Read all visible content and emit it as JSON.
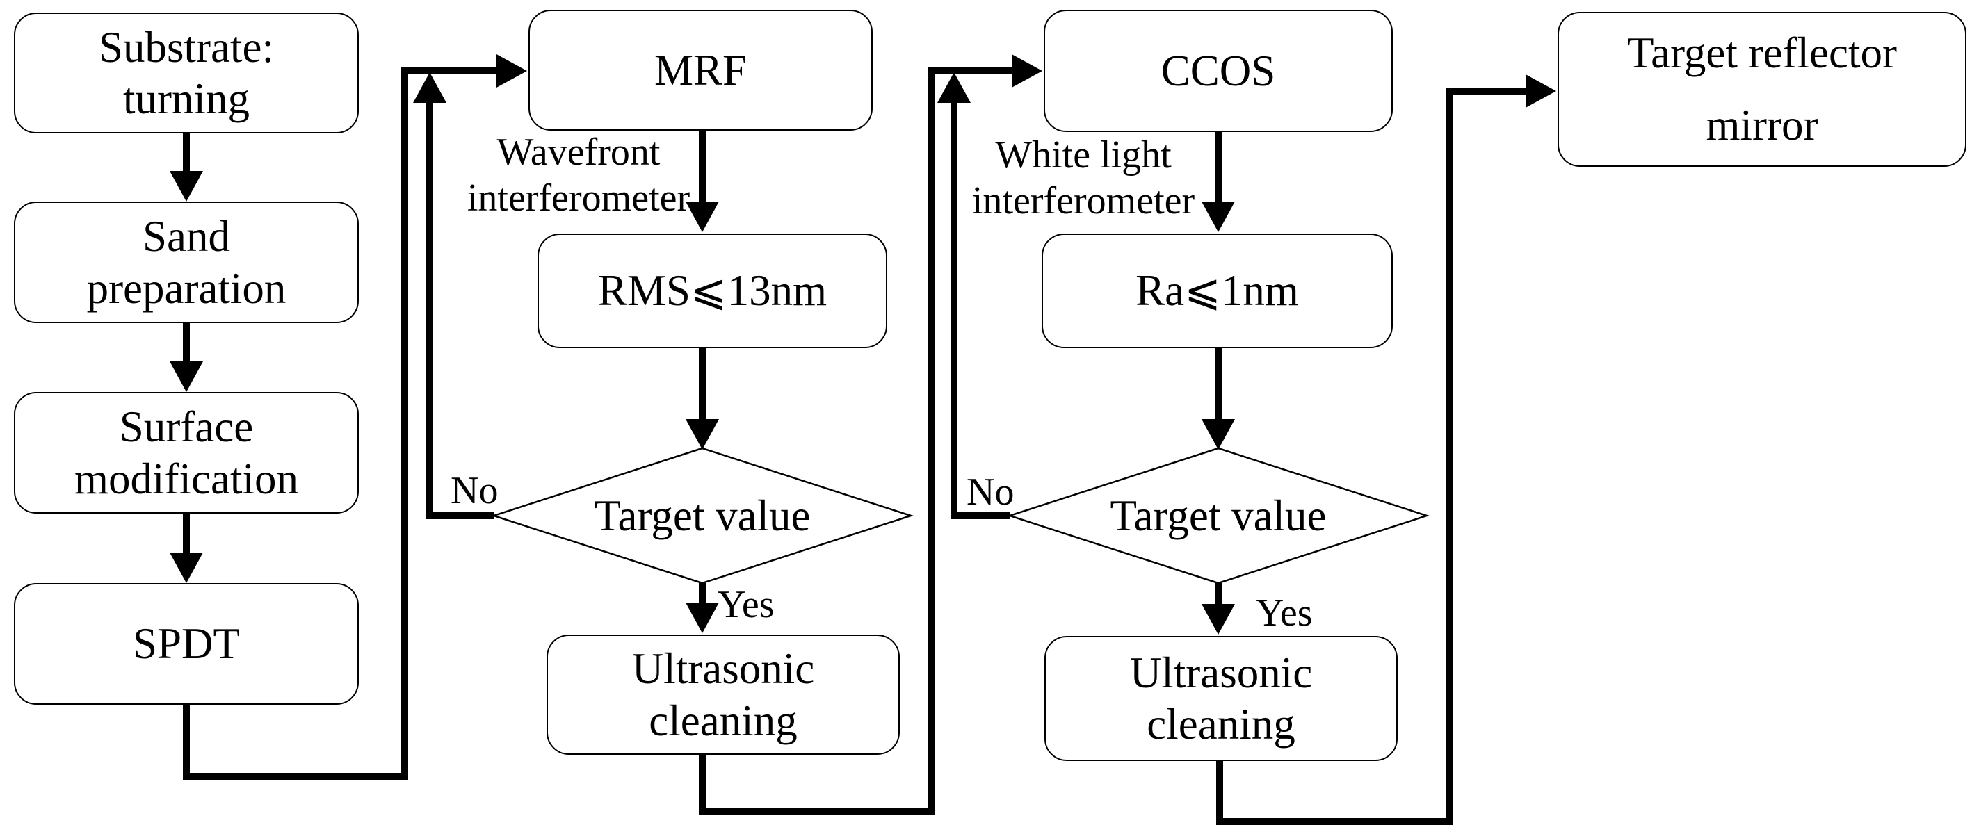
{
  "figure": {
    "background": "#ffffff",
    "line_color": "#000000",
    "text_color": "#000000"
  },
  "nodes": {
    "substrate": {
      "line1": "Substrate:",
      "line2": "turning"
    },
    "sand": {
      "line1": "Sand",
      "line2": "preparation"
    },
    "surface": {
      "line1": "Surface",
      "line2": "modification"
    },
    "spdt": {
      "label": "SPDT"
    },
    "mrf": {
      "label": "MRF"
    },
    "rms": {
      "label": "RMS⩽13nm"
    },
    "decision1": {
      "label": "Target value"
    },
    "ultrasonic1": {
      "line1": "Ultrasonic",
      "line2": "cleaning"
    },
    "ccos": {
      "label": "CCOS"
    },
    "ra": {
      "label": "Ra⩽1nm"
    },
    "decision2": {
      "label": "Target value"
    },
    "ultrasonic2": {
      "line1": "Ultrasonic",
      "line2": "cleaning"
    },
    "target": {
      "line1": "Target reflector",
      "line2": "mirror"
    }
  },
  "edge_labels": {
    "wavefront_line1": "Wavefront",
    "wavefront_line2": "interferometer",
    "whitelight_line1": "White light",
    "whitelight_line2": "interferometer",
    "no1": "No",
    "yes1": "Yes",
    "no2": "No",
    "yes2": "Yes"
  }
}
